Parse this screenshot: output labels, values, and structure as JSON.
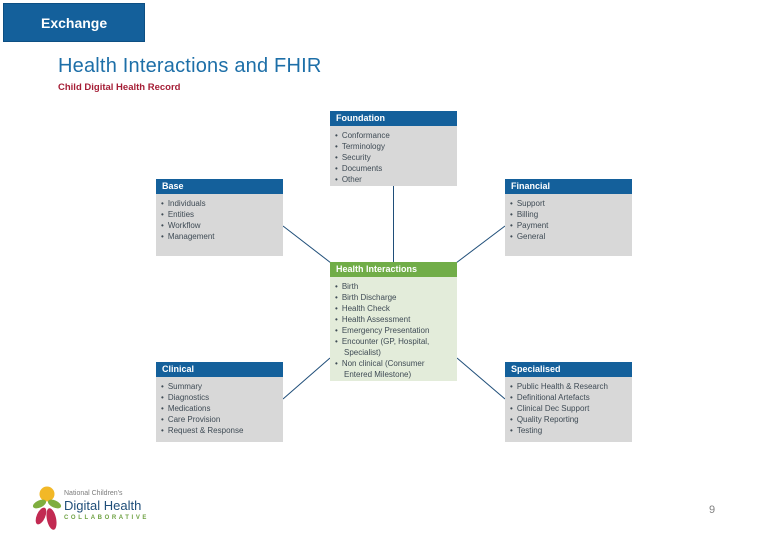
{
  "slide": {
    "tab_label": "Exchange",
    "title": "Health Interactions and FHIR",
    "subtitle": "Child Digital Health Record",
    "page_number": "9"
  },
  "boxes": [
    {
      "title": "Foundation",
      "items": [
        "Conformance",
        "Terminology",
        "Security",
        "Documents",
        "Other"
      ]
    },
    {
      "title": "Base",
      "items": [
        "Individuals",
        "Entities",
        "Workflow",
        "Management"
      ]
    },
    {
      "title": "Financial",
      "items": [
        "Support",
        "Billing",
        "Payment",
        "General"
      ]
    },
    {
      "title": "Health Interactions",
      "items": [
        "Birth",
        "Birth Discharge",
        "Health Check",
        "Health Assessment",
        "Emergency Presentation",
        "Encounter (GP, Hospital, Specialist)",
        "Non clinical (Consumer Entered Milestone)"
      ]
    },
    {
      "title": "Clinical",
      "items": [
        "Summary",
        "Diagnostics",
        "Medications",
        "Care Provision",
        "Request & Response"
      ]
    },
    {
      "title": "Specialised",
      "items": [
        "Public Health & Research",
        "Definitional Artefacts",
        "Clinical Dec Support",
        "Quality Reporting",
        "Testing"
      ]
    }
  ],
  "logo": {
    "line1": "National Children's",
    "line2": "Digital Health",
    "line3": "COLLABORATIVE",
    "mark": "child-figure-icon"
  },
  "colors": {
    "header_blue": "#14609b",
    "header_green": "#71ad48",
    "body_gray": "#d8d8d8",
    "body_green": "#e3ecda",
    "title_blue": "#1d6fa8",
    "subtitle_red": "#a51e36",
    "connector_navy": "#1f4e79",
    "logo_navy": "#1f4e79",
    "logo_green": "#6fa243",
    "logo_crimson": "#c22a52",
    "logo_yellow": "#f2b827",
    "page_number_gray": "#808080"
  }
}
